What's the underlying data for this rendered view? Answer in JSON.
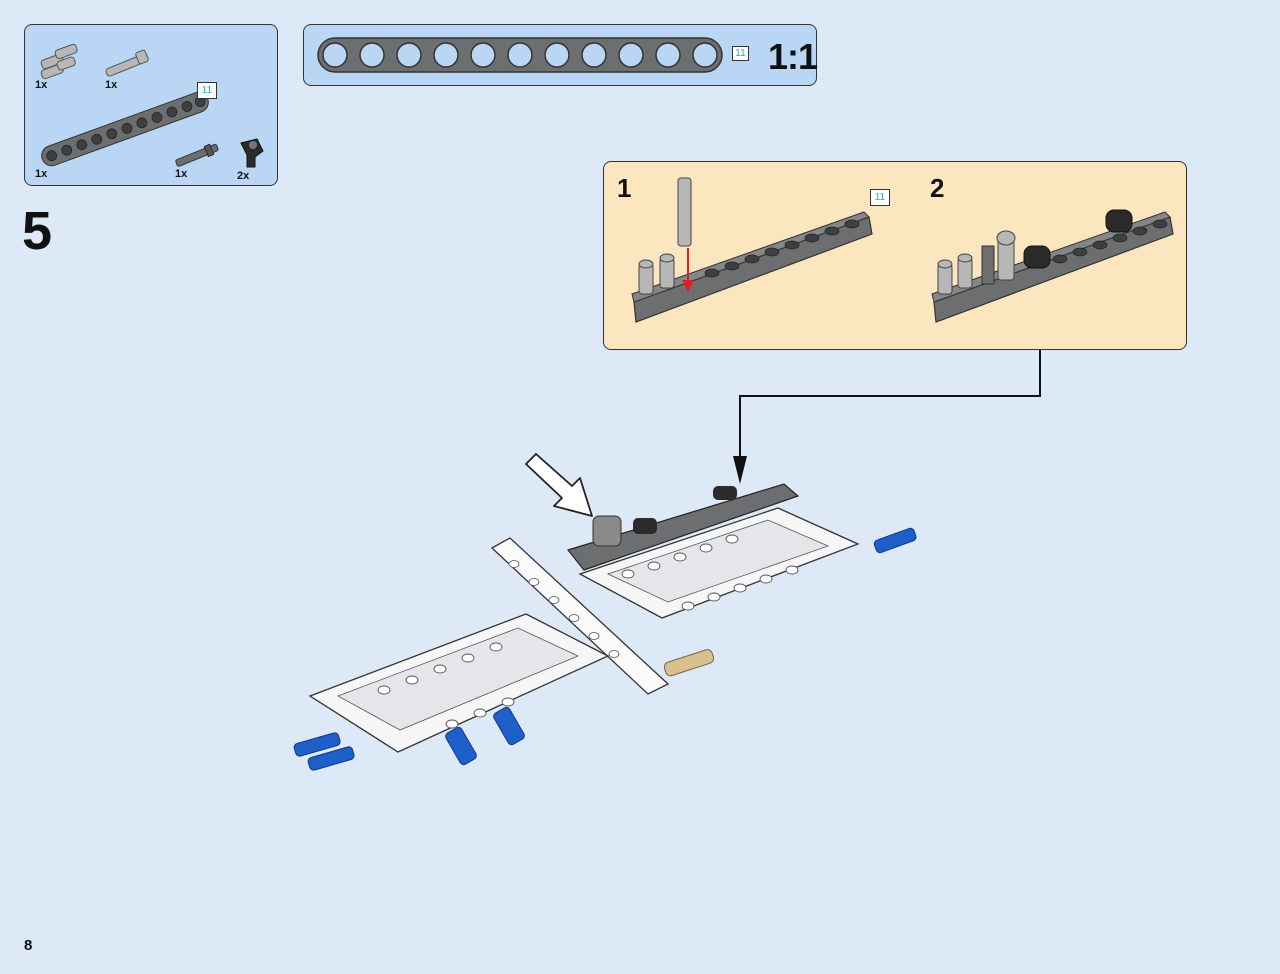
{
  "parts_list": {
    "items": [
      {
        "name": "axle-pin-with-friction-double",
        "qty": "1x",
        "color": "#b5b5b5"
      },
      {
        "name": "long-pin-with-bush",
        "qty": "1x",
        "color": "#b5b5b5"
      },
      {
        "name": "technic-beam-11",
        "qty": "1x",
        "color": "#6d6e70",
        "size": "11"
      },
      {
        "name": "axle-with-stop",
        "qty": "1x",
        "color": "#6d6e70"
      },
      {
        "name": "axle-connector-angled",
        "qty": "2x",
        "color": "#2b2b2b"
      }
    ]
  },
  "ruler": {
    "size": "11",
    "scale": "1:1"
  },
  "step": {
    "number": "5"
  },
  "substeps": [
    {
      "number": "1",
      "size": "11"
    },
    {
      "number": "2"
    }
  ],
  "colors": {
    "background": "#dde9f7",
    "panel_blue": "#b9d7f4",
    "panel_callout": "#fbe6c0",
    "beam_gray": "#6d6e70",
    "beam_white": "#ffffff",
    "pin_blue": "#1f5fc9",
    "pin_tan": "#d9c18f",
    "arrow_red": "#d8202a"
  },
  "page": {
    "number": "8"
  }
}
